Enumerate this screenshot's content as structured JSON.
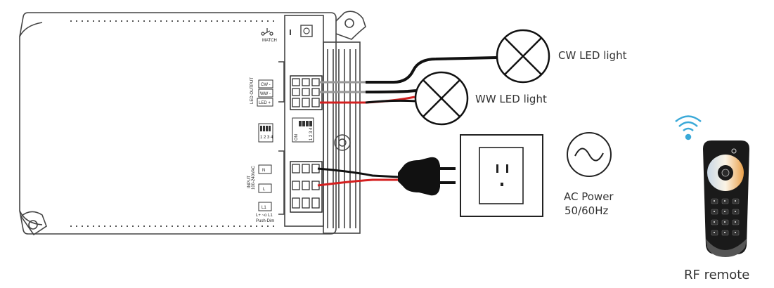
{
  "driver": {
    "match_label": "MATCH",
    "led_output_label": "LED OUTPUT",
    "terminal_cw": "CW -",
    "terminal_ww": "WW -",
    "terminal_led": "LED +",
    "input_label": "INPUT",
    "input_rating": "100-240VAC",
    "terminal_n": "N",
    "terminal_l": "L",
    "terminal_l1": "L1",
    "l1_note": "L+ ~o L1",
    "push_dim_label": "Push-Dim",
    "dip_on": "ON",
    "dip_numbers": "1 2 3 4"
  },
  "loads": {
    "cw_label": "CW  LED  light",
    "ww_label": "WW  LED  light"
  },
  "power": {
    "label_line1": "AC Power",
    "label_line2": "50/60Hz"
  },
  "remote": {
    "label": "RF remote"
  },
  "colors": {
    "line_wire": "#d42020",
    "neutral_wire": "#111111",
    "cw_wire": "#111111",
    "ww_wire": "#111111",
    "led_plus_wire": "#d42020",
    "outline": "#444444",
    "signal": "#3aa9d8"
  }
}
